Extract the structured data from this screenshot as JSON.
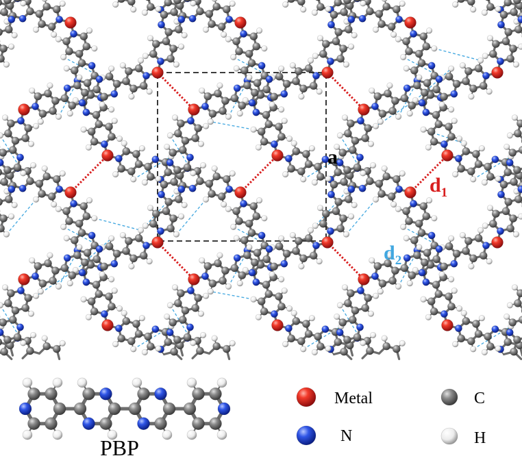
{
  "labels": {
    "lattice": "a",
    "d1_main": "d",
    "d1_sub": "1",
    "d2_main": "d",
    "d2_sub": "2",
    "molecule": "PBP"
  },
  "legend": [
    {
      "key": "metal",
      "label": "Metal",
      "color": "#e21b1b"
    },
    {
      "key": "carbon",
      "label": "C",
      "color": "#7a7a7a"
    },
    {
      "key": "nitrogen",
      "label": "N",
      "color": "#2b4fe0"
    },
    {
      "key": "hydrogen",
      "label": "H",
      "color": "#f2f2f2"
    }
  ],
  "colors": {
    "metal": "#e21b1b",
    "nitrogen": "#2f55e6",
    "carbon": "#8a8a8a",
    "hydrogen": "#f4f4f4",
    "d1": "#d81e1e",
    "d2": "#41a7e0",
    "cell": "#222222"
  }
}
